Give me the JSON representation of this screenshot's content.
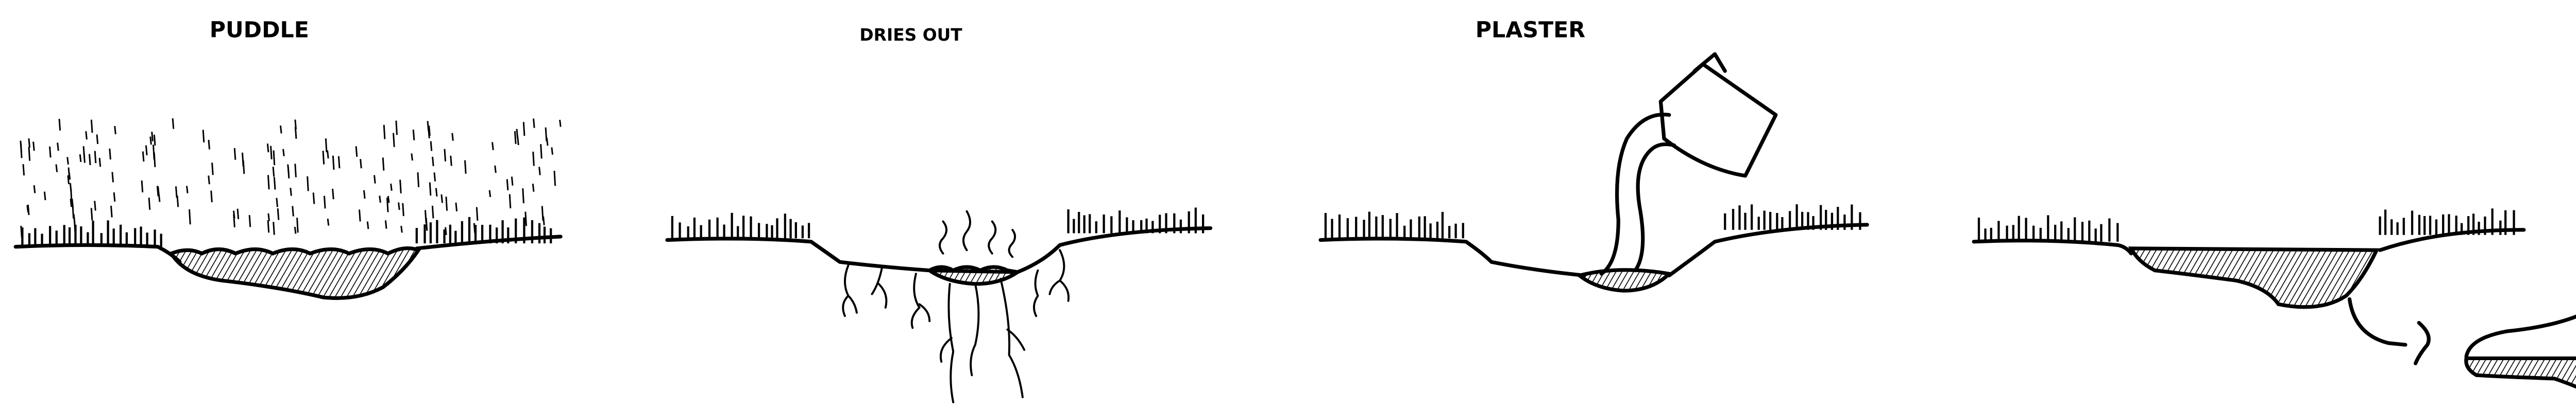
{
  "panels": [
    {
      "title": "PUDDLE"
    },
    {
      "title": "DRIES OUT"
    },
    {
      "title": "PLASTER"
    },
    {
      "title": ""
    }
  ],
  "colors": {
    "ink": "#000000",
    "background": "#ffffff"
  }
}
